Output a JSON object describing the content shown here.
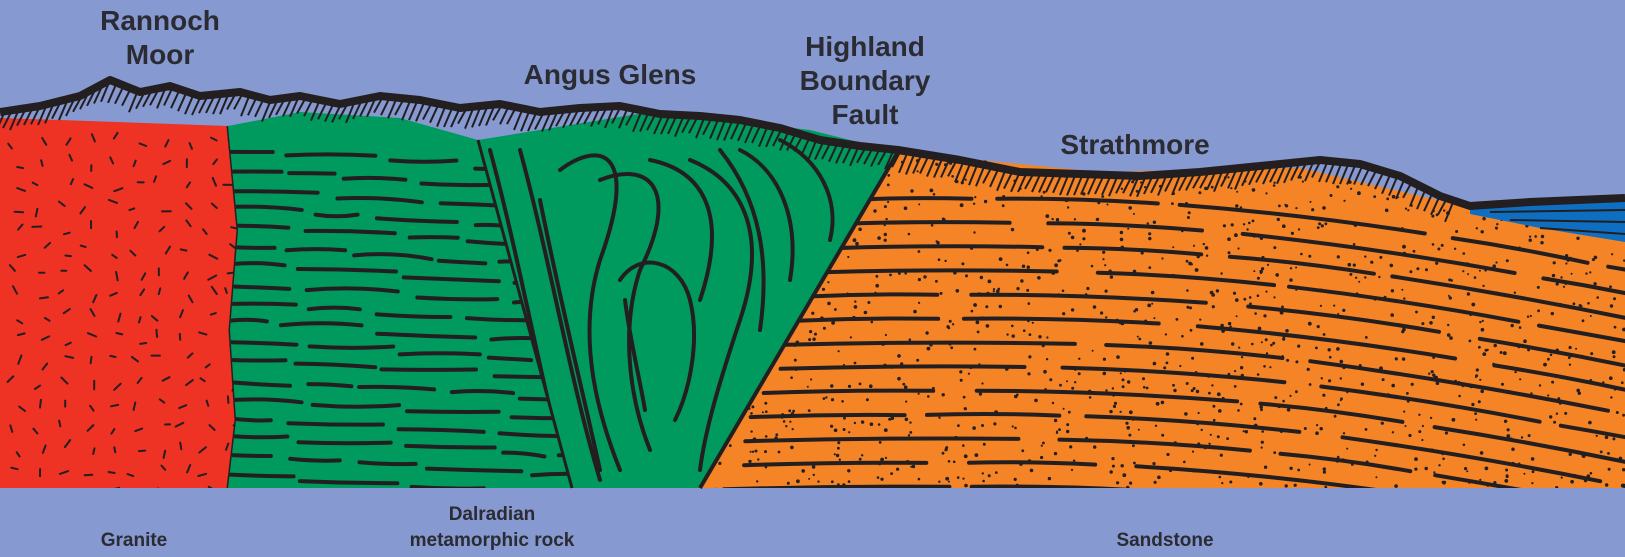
{
  "colors": {
    "sky": "#8799d1",
    "granite": "#ee3224",
    "dalradian": "#009a5e",
    "sandstone": "#f58426",
    "sea": "#0e6fc2",
    "ink": "#231f20"
  },
  "places": {
    "rannoch_moor": "Rannoch\nMoor",
    "angus_glens": "Angus Glens",
    "highland_boundary_fault": "Highland\nBoundary\nFault",
    "strathmore": "Strathmore"
  },
  "rocks": {
    "granite": "Granite",
    "dalradian": "Dalradian\nmetamorphic rock",
    "sandstone": "Sandstone"
  }
}
